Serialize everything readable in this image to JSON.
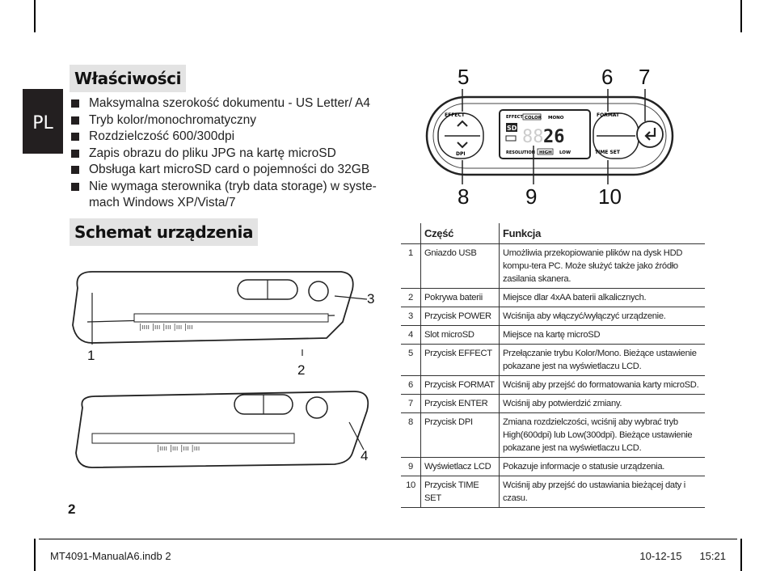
{
  "lang_tab": "PL",
  "features": {
    "title": "Właściwości",
    "items": [
      "Maksymalna szerokość dokumentu - US Letter/ A4",
      "Tryb kolor/monochromatyczny",
      "Rozdzielczość 600/300dpi",
      "Zapis obrazu do pliku JPG na kartę microSD",
      "Obsługa kart microSD card o pojemności do 32GB",
      "Nie wymaga sterownika (tryb data storage) w syste-mach Windows XP/Vista/7"
    ]
  },
  "scheme": {
    "title": "Schemat urządzenia"
  },
  "panel": {
    "top_numbers": [
      "5",
      "6",
      "7"
    ],
    "bottom_numbers": [
      "8",
      "9",
      "10"
    ],
    "labels": {
      "effect": "EFFECT",
      "dpi": "DPI",
      "format": "FORMAT",
      "time_set": "TIME SET",
      "lcd_effect": "EFFECT",
      "lcd_color": "COLOR",
      "lcd_mono": "MONO",
      "lcd_sd": "SD",
      "lcd_digits": "26",
      "lcd_resolution": "RESOLUTION",
      "lcd_high": "HIGH",
      "lcd_low": "LOW"
    }
  },
  "device_callouts": [
    "1",
    "2",
    "3",
    "4"
  ],
  "table": {
    "header": {
      "num": "",
      "part": "Część",
      "function": "Funkcja"
    },
    "rows": [
      {
        "num": "1",
        "part": "Gniazdo USB",
        "function": "Umożliwia przekopiowanie plików na dysk HDD kompu-tera PC. Może służyć także jako źródło zasilania skanera."
      },
      {
        "num": "2",
        "part": "Pokrywa baterii",
        "function": "Miejsce dlar 4xAA baterii alkalicznych."
      },
      {
        "num": "3",
        "part": "Przycisk POWER",
        "function": "Wciśnija aby włączyć/wyłączyć urządzenie."
      },
      {
        "num": "4",
        "part": "Slot microSD",
        "function": "Miejsce na kartę microSD"
      },
      {
        "num": "5",
        "part": "Przycisk EFFECT",
        "function": "Przełączanie trybu Kolor/Mono. Bieżące ustawienie pokazane jest na wyświetlaczu LCD."
      },
      {
        "num": "6",
        "part": "Przycisk FORMAT",
        "function": "Wciśnij aby przejść do formatowania karty microSD."
      },
      {
        "num": "7",
        "part": "Przycisk ENTER",
        "function": "Wciśnij aby potwierdzić zmiany."
      },
      {
        "num": "8",
        "part": "Przycisk DPI",
        "function": "Zmiana rozdzielczości, wciśnij aby wybrać tryb High(600dpi) lub Low(300dpi). Bieżące ustawienie pokazane jest na wyświetlaczu LCD."
      },
      {
        "num": "9",
        "part": "Wyświetlacz LCD",
        "function": "Pokazuje informacje o statusie urządzenia."
      },
      {
        "num": "10",
        "part": "Przycisk TIME SET",
        "function": "Wciśnij aby przejść do ustawiania bieżącej daty i czasu."
      }
    ]
  },
  "page_number": "2",
  "footer": {
    "file": "MT4091-ManualA6.indb   2",
    "date": "10-12-15",
    "time": "15:21"
  }
}
